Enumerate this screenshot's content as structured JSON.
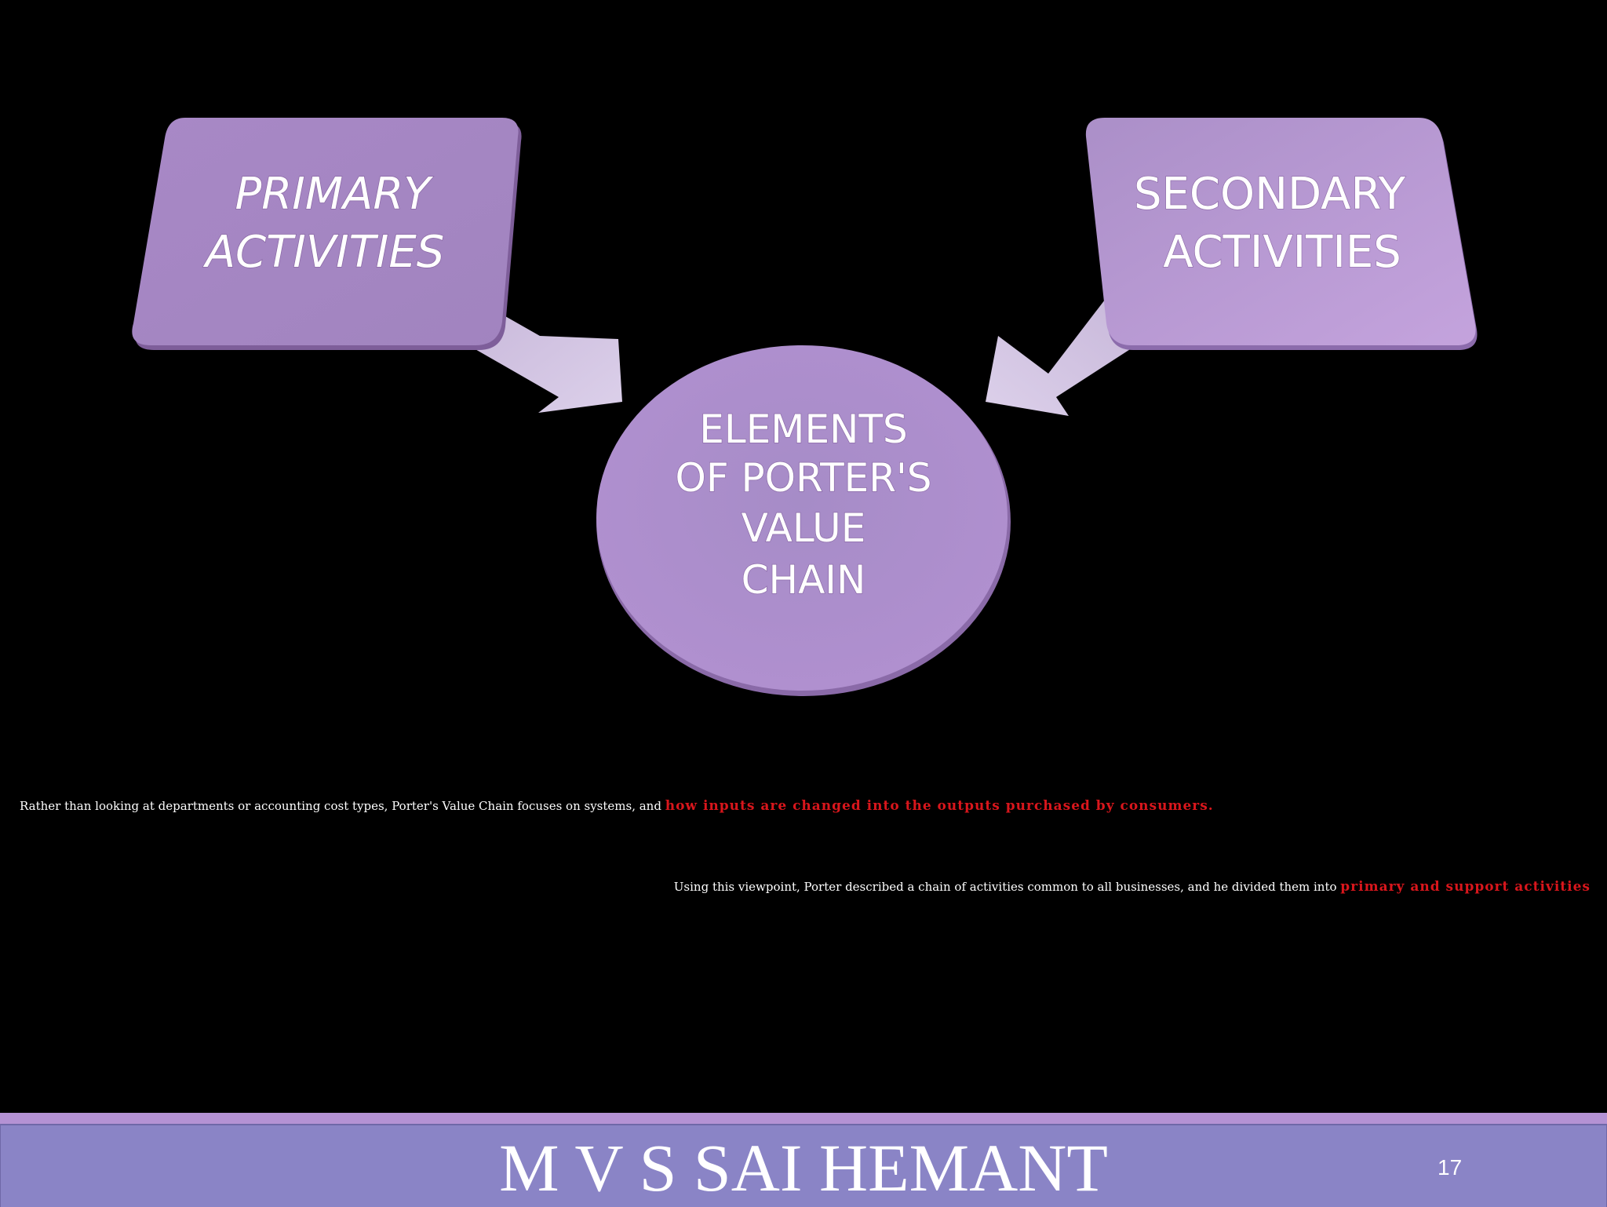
{
  "diagram": {
    "left_box": {
      "line1": "PRIMARY",
      "line2": "ACTIVITIES"
    },
    "right_box": {
      "line1": "SECONDARY",
      "line2": "ACTIVITIES"
    },
    "center_circle": {
      "line1": "ELEMENTS",
      "line2": "OF PORTER'S",
      "line3": "VALUE",
      "line4": "CHAIN"
    }
  },
  "captions": [
    {
      "text": "Rather than looking at departments or accounting cost types, Porter's Value Chain focuses on systems, and ",
      "highlight": "how inputs are changed into the outputs purchased by consumers."
    },
    {
      "text": "Using this viewpoint, Porter described a chain of activities common to all businesses, and he divided them into ",
      "highlight": "primary and support activities"
    }
  ],
  "footer": {
    "author": "M V S SAI HEMANT",
    "slide_number": "17"
  },
  "colors": {
    "background": "#000000",
    "shape_fill": "#a98ac4",
    "arrow_fill": "#d4c4e2",
    "highlight_text": "#d9161c",
    "footer_bar": "#8a84c6",
    "footer_strip": "#b492d4"
  }
}
